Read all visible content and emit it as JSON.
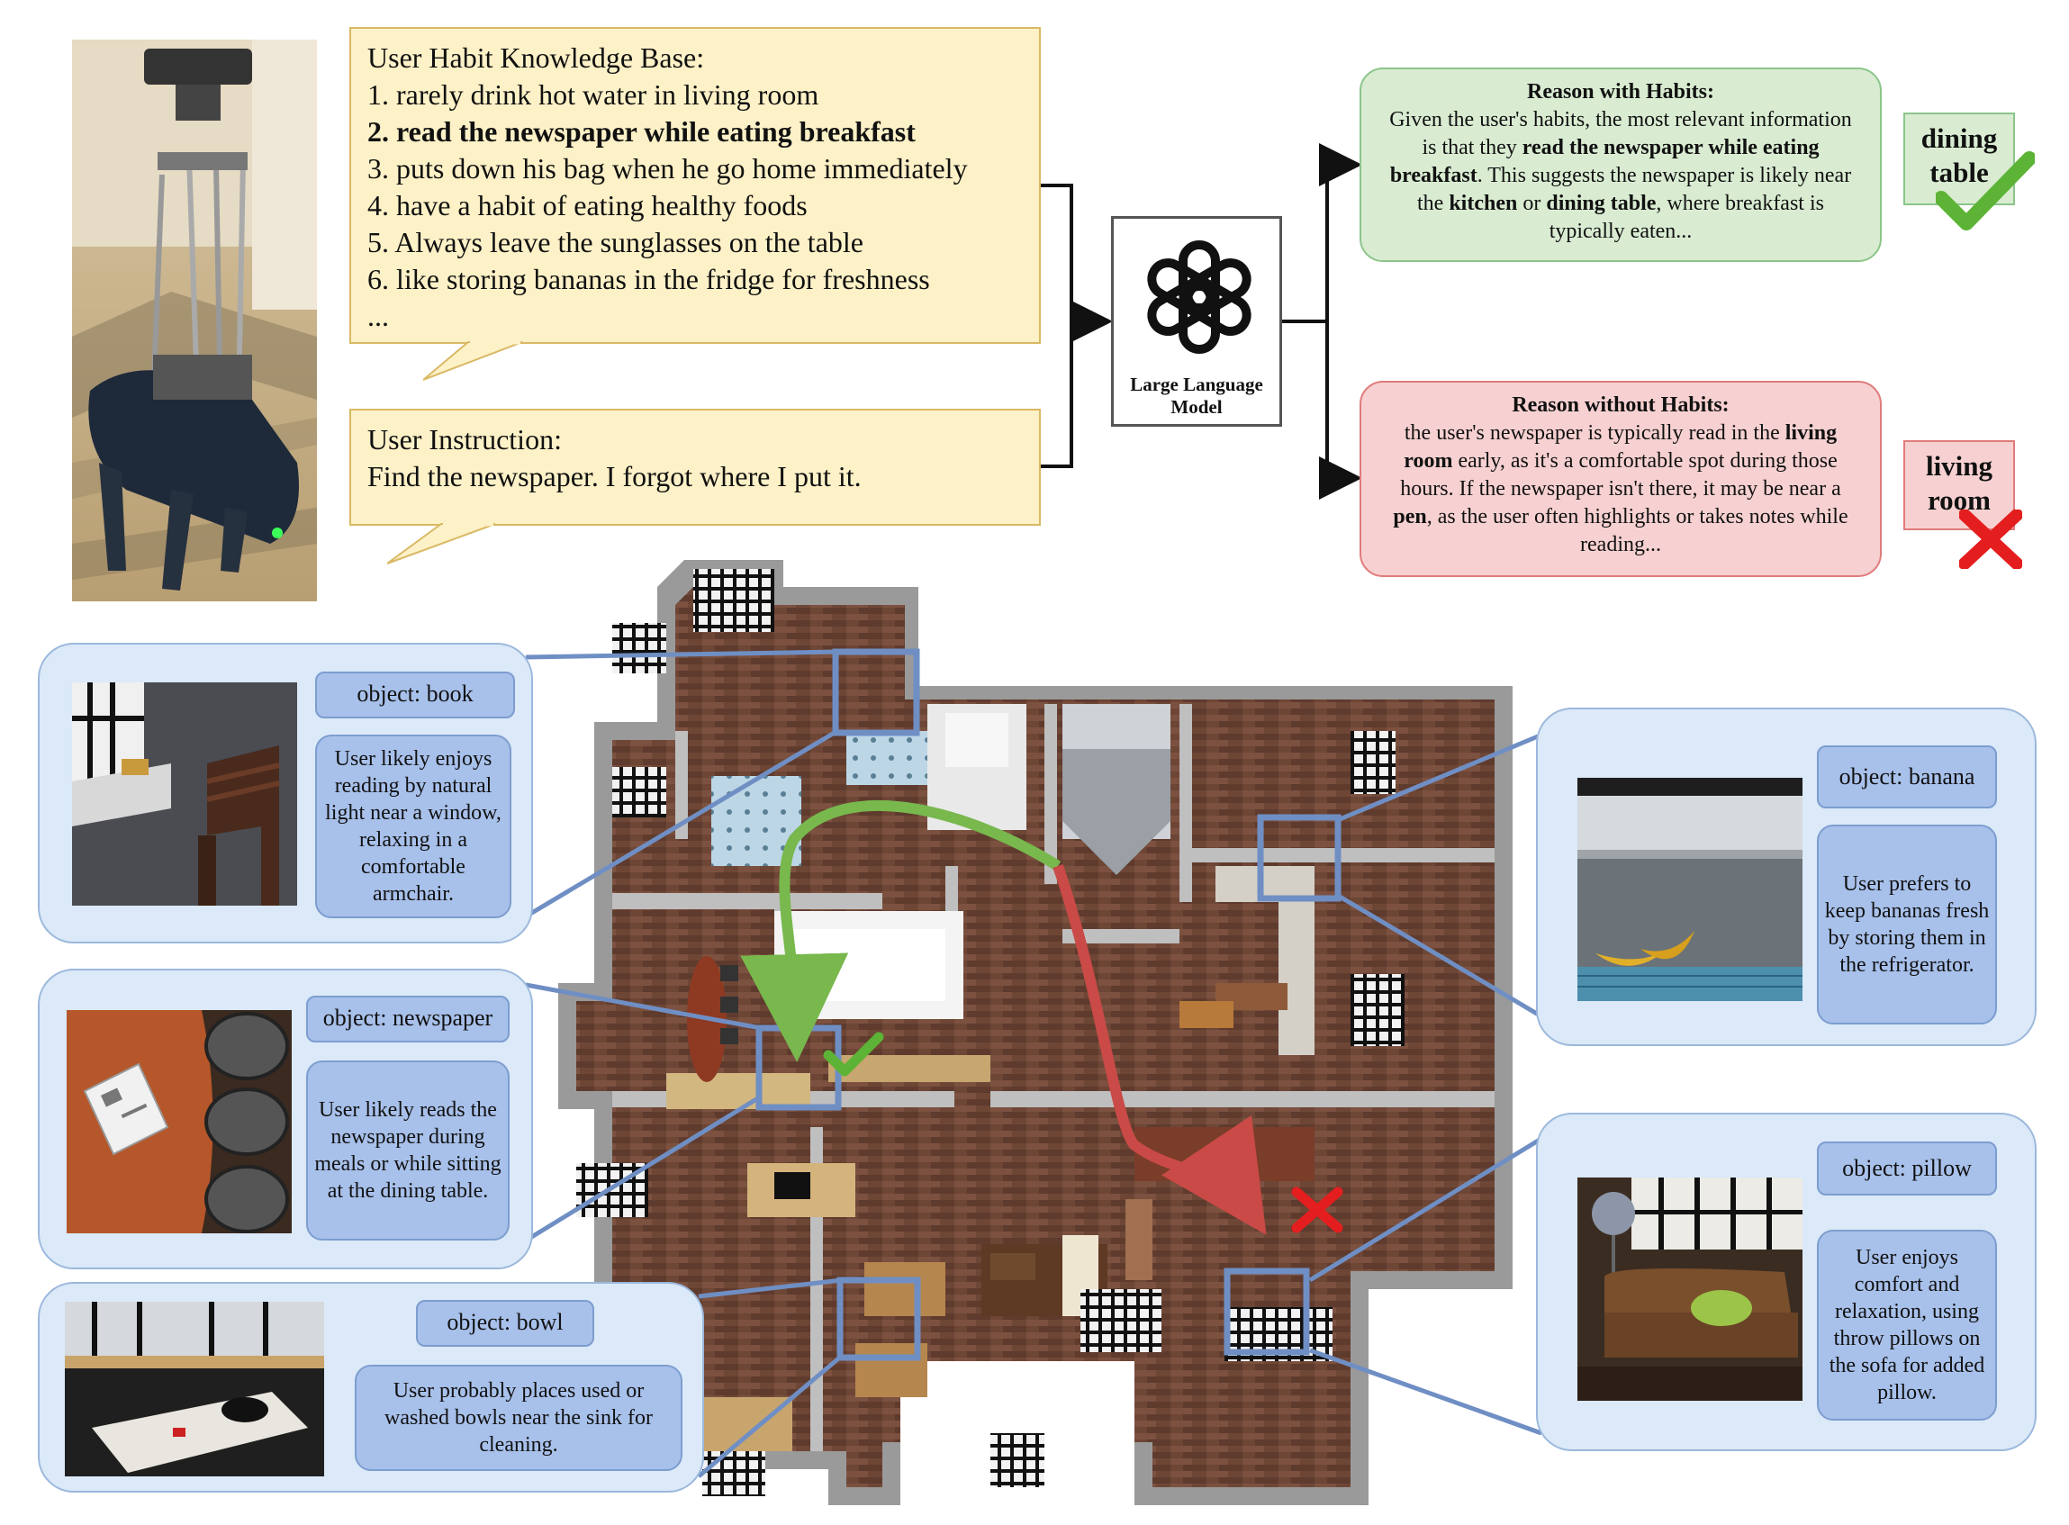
{
  "knowledge_base": {
    "title": "User Habit Knowledge Base:",
    "items": [
      "1. rarely drink hot water in living room",
      "2. read the newspaper while eating breakfast",
      "3. puts down his bag when he go home immediately",
      "4. have a habit of eating healthy foods",
      "5. Always leave the sunglasses on the table",
      "6. like storing bananas in the fridge for freshness",
      "..."
    ]
  },
  "instruction": {
    "title": "User Instruction:",
    "text": "Find the newspaper. I forgot where I put it."
  },
  "llm": {
    "line1": "Large Language",
    "line2": "Model"
  },
  "reason_with": {
    "title": "Reason with Habits:",
    "t1": "Given the user's habits, the most relevant information is that they ",
    "b1": "read the newspaper while eating breakfast",
    "t2": ". This suggests the newspaper is likely near the ",
    "b2": "kitchen",
    "t3": " or ",
    "b3": "dining table",
    "t4": ", where breakfast is typically eaten..."
  },
  "reason_without": {
    "title": "Reason without Habits:",
    "t1": "the user's newspaper is typically read in the ",
    "b1": "living room",
    "t2": " early, as it's a comfortable spot during those hours. If the newspaper isn't there, it may be near a ",
    "b2": "pen",
    "t3": ", as the user often highlights or takes notes while reading..."
  },
  "answers": {
    "correct": {
      "line1": "dining",
      "line2": "table"
    },
    "wrong": {
      "line1": "living",
      "line2": "room"
    }
  },
  "objects": {
    "book": {
      "label": "object: book",
      "desc": "User likely enjoys reading by natural light near a window, relaxing in a comfortable armchair."
    },
    "newspaper": {
      "label": "object: newspaper",
      "desc": "User likely reads the newspaper during meals or while sitting at the dining table."
    },
    "bowl": {
      "label": "object: bowl",
      "desc": "User probably places used or washed bowls near the sink for cleaning."
    },
    "banana": {
      "label": "object: banana",
      "desc": "User prefers to keep bananas fresh by storing them in the refrigerator."
    },
    "pillow": {
      "label": "object: pillow",
      "desc": "User enjoys comfort and relaxation, using throw pillows on the sofa for added pillow."
    }
  },
  "colors": {
    "habit_fill": "#fdf1c7",
    "with_fill": "#d9ecd2",
    "without_fill": "#f7d1d1",
    "panel_fill": "#dbe9f8",
    "tag_fill": "#a8c1eb",
    "leader": "#6f8fc4",
    "check": "#5cb335",
    "cross": "#e41e1e"
  }
}
